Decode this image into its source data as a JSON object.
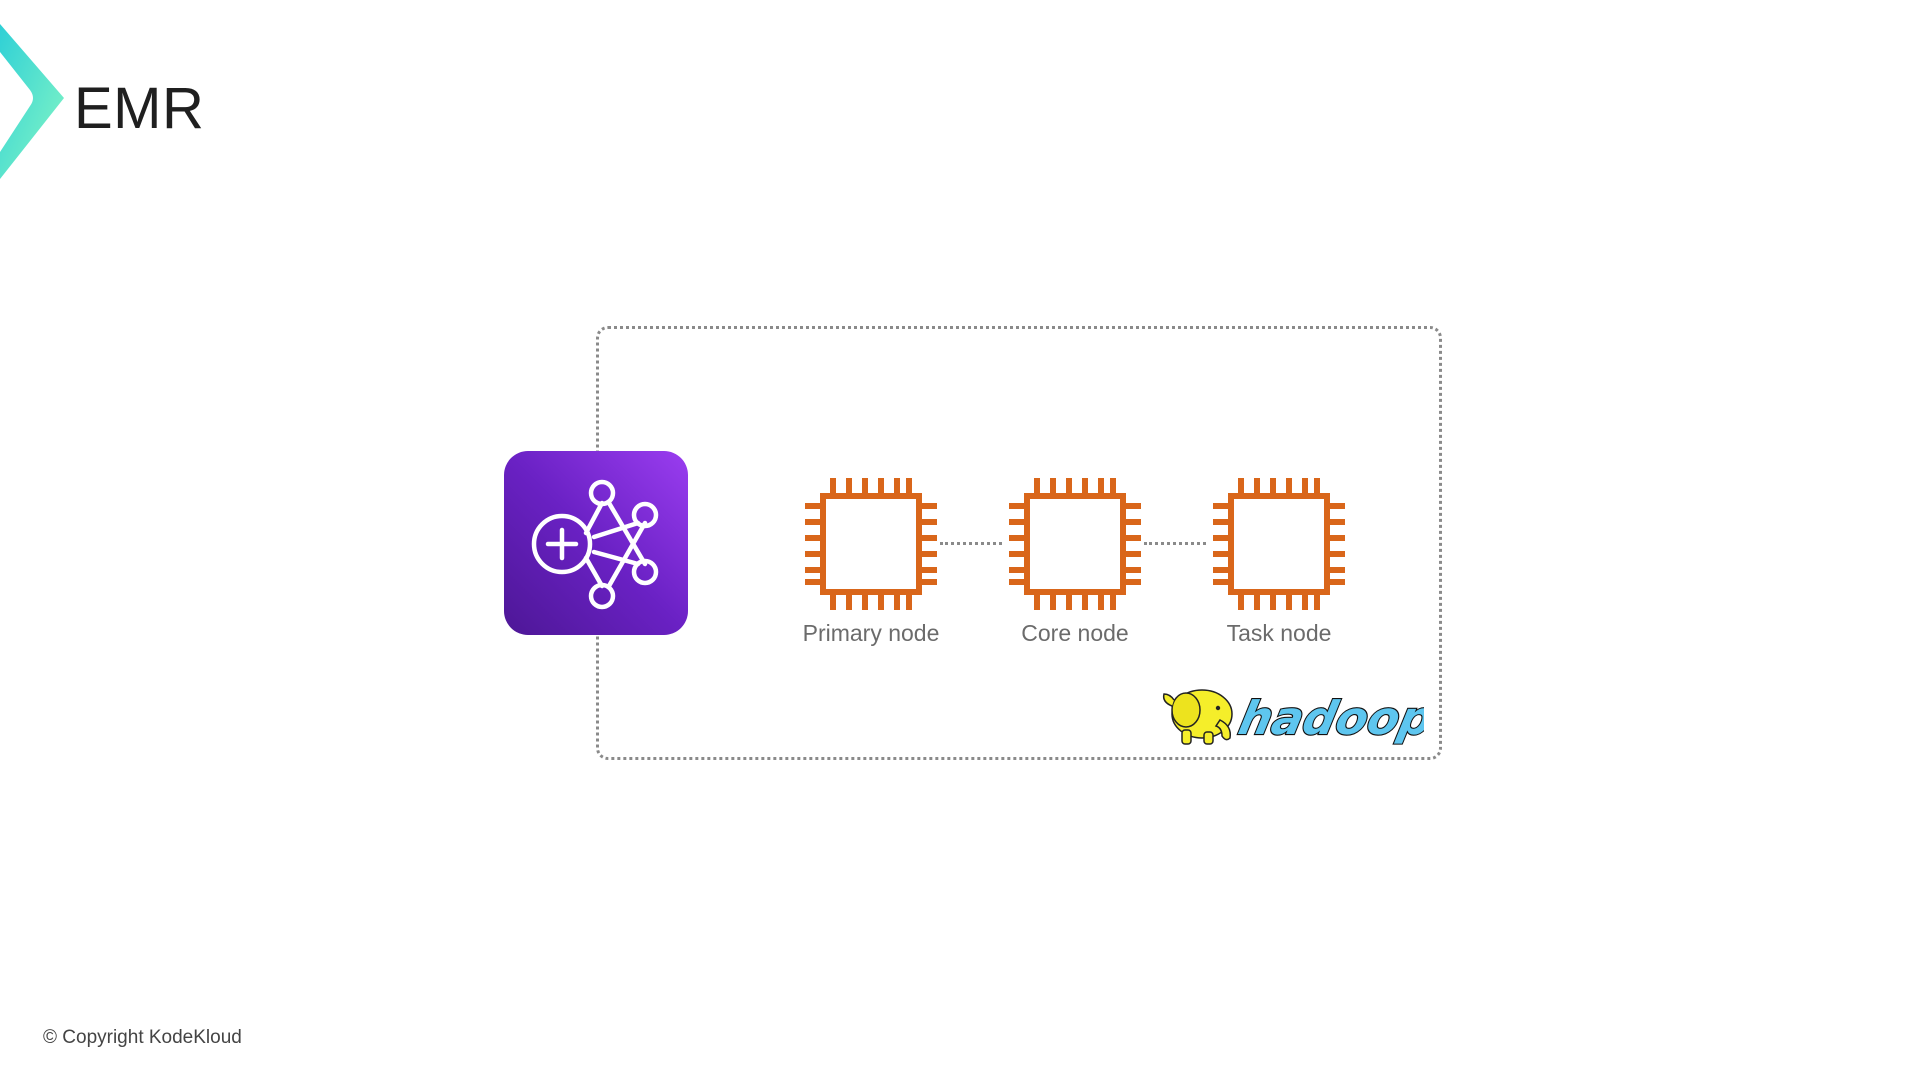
{
  "header": {
    "title": "EMR",
    "brand_icon": "kodekloud-chevron-icon",
    "brand_color_start": "#3fd6d2",
    "brand_color_end": "#7af5c8"
  },
  "diagram": {
    "service_icon": "emr-service-icon",
    "service_colors": [
      "#4d1796",
      "#9a3df0"
    ],
    "node_icon": "ec2-instance-chip-icon",
    "node_color": "#d9661a",
    "nodes": [
      {
        "label": "Primary node"
      },
      {
        "label": "Core node"
      },
      {
        "label": "Task node"
      }
    ],
    "framework_logo": {
      "icon": "hadoop-elephant-logo",
      "text": "hadoop"
    }
  },
  "footer": {
    "copyright": "© Copyright KodeKloud"
  }
}
